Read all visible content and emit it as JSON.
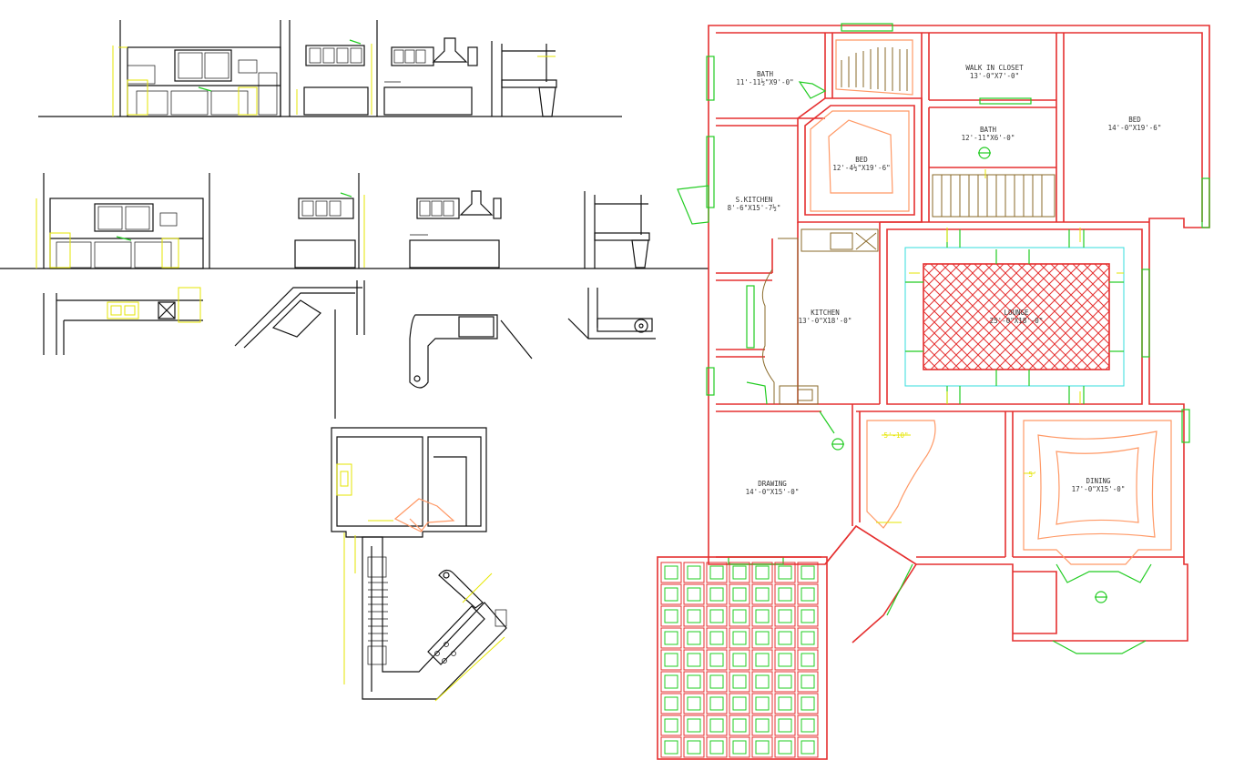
{
  "colors": {
    "walls": "#e53030",
    "windows": "#22cc22",
    "dimensions": "#e6e600",
    "furniture": "#ff9966",
    "linework": "#111111",
    "false_ceiling": "#33dddd",
    "kitchen_fixtures": "#8a6a2a"
  },
  "rooms": [
    {
      "key": "bath1",
      "name": "BATH",
      "size": "11'-11½\"X9'-0\""
    },
    {
      "key": "bed1",
      "name": "BED",
      "size": "12'-4½\"X19'-6\""
    },
    {
      "key": "closet",
      "name": "WALK IN CLOSET",
      "size": "13'-0\"X7'-0\""
    },
    {
      "key": "bath2",
      "name": "BATH",
      "size": "12'-11\"X6'-0\""
    },
    {
      "key": "bed2",
      "name": "BED",
      "size": "14'-0\"X19'-6\""
    },
    {
      "key": "skitchen",
      "name": "S.KITCHEN",
      "size": "8'-6\"X15'-7½\""
    },
    {
      "key": "kitchen",
      "name": "KITCHEN",
      "size": "13'-0\"X18'-0\""
    },
    {
      "key": "lounge",
      "name": "LOUNGE",
      "size": "25'-0\"X18'-0\""
    },
    {
      "key": "drawing",
      "name": "DRAWING",
      "size": "14'-0\"X15'-0\""
    },
    {
      "key": "dining",
      "name": "DINING",
      "size": "17'-0\"X15'-0\""
    }
  ],
  "annotations": {
    "stair_dim": "5'-10\"",
    "dining_dim": "5'"
  },
  "icons": [
    "sink-icon",
    "stove-icon",
    "light-fixture-icon",
    "door-swing-icon"
  ]
}
